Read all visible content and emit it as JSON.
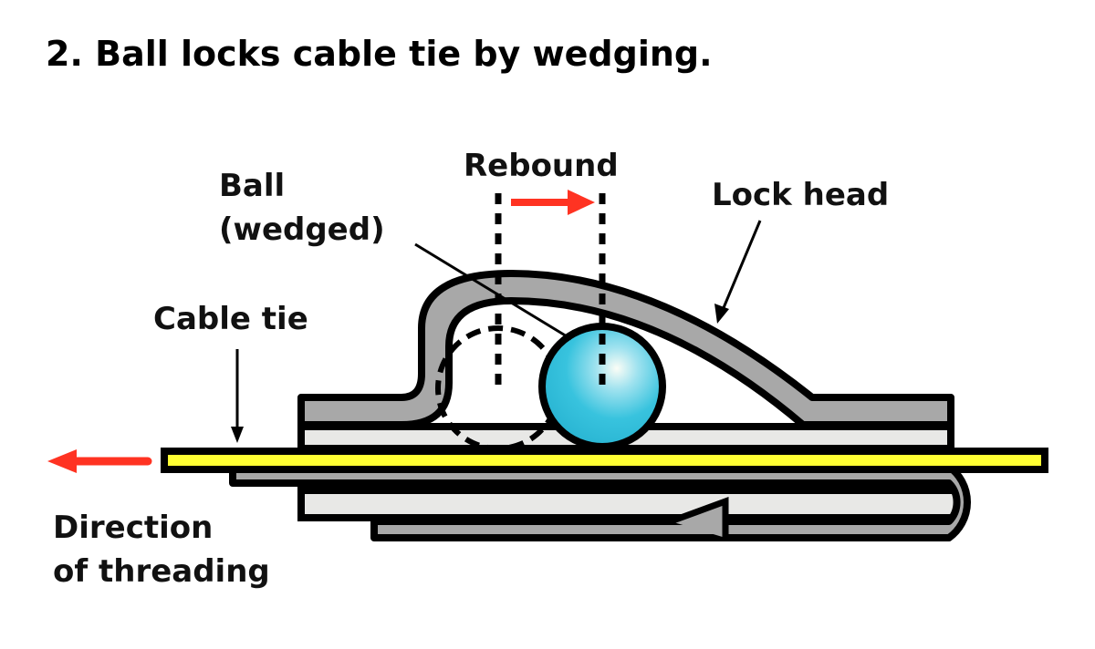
{
  "title": "2. Ball locks cable tie by wedging.",
  "labels": {
    "rebound": "Rebound",
    "ball_line1": "Ball",
    "ball_line2": "(wedged)",
    "lock_head": "Lock head",
    "cable_tie": "Cable tie",
    "direction_line1": "Direction",
    "direction_line2": "of threading"
  },
  "colors": {
    "cable_tie": "#ffff33",
    "metal": "#a8a8a8",
    "metal_light": "#e8e8e6",
    "ball": "#33c0dc",
    "arrow_red": "#ff3322",
    "outline": "#000000"
  }
}
